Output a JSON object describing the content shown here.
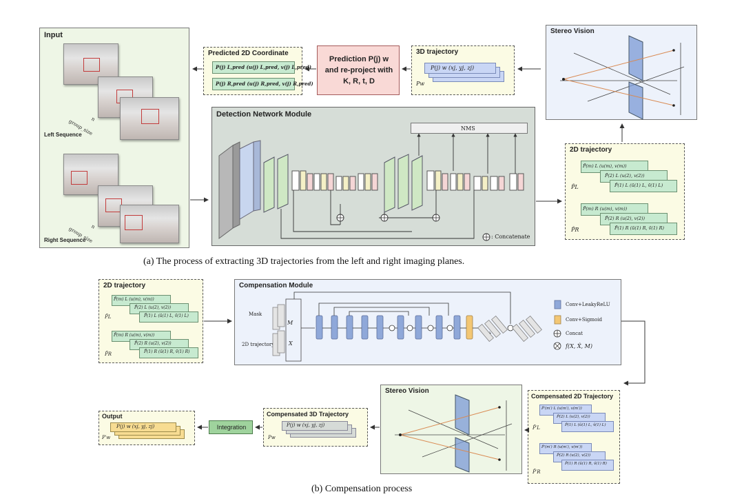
{
  "top": {
    "input": {
      "title": "Input",
      "left_sequence": "Left Sequence",
      "right_sequence": "Right Sequence",
      "group_size": "group_size",
      "n": "n"
    },
    "predicted_2d": {
      "title": "Predicted 2D Coordinate",
      "rows": [
        "P(j) L,pred (u(j) L,pred, v(j) L,pred)",
        "P(j) R,pred (u(j) R,pred, v(j) R,pred)"
      ]
    },
    "prediction": {
      "line1": "Prediction P(j) w",
      "line2": "and re-project with",
      "line3": "K, R, t, D"
    },
    "trajectory_3d": {
      "title": "3D trajectory",
      "label": "Pw",
      "card_text": "P(j) w (xj, yj, zj)"
    },
    "stereo_vision": {
      "title": "Stereo Vision"
    },
    "detection": {
      "title": "Detection Network Module",
      "nms": "NMS",
      "concat_legend": ": Concatenate"
    },
    "trajectory_2d": {
      "title": "2D trajectory",
      "label_left": "P̃L",
      "label_right": "P̃R",
      "left_rows": [
        "P̃(m) L (u(m), v(m))",
        "P̃(2) L (u(2), v(2))",
        "P̃(1) L (ũ(1) L, ṽ(1) L)"
      ],
      "right_rows": [
        "P̃(m) R (u(m), v(m))",
        "P̃(2) R (u(2), v(2))",
        "P̃(1) R (ũ(1) R, ṽ(1) R)"
      ]
    },
    "caption": "(a) The process of extracting 3D trajectories from the left and right imaging planes."
  },
  "bottom": {
    "trajectory_2d": {
      "title": "2D trajectory",
      "label_left": "P̃L",
      "label_right": "P̃R",
      "left_rows": [
        "P̃(m) L (u(m), v(m))",
        "P̃(2) L (u(2), v(2))",
        "P̃(1) L (ũ(1) L, ṽ(1) L)"
      ],
      "right_rows": [
        "P̃(m) R (u(m), v(m))",
        "P̃(2) R (u(2), v(2))",
        "P̃(1) R (ũ(1) R, ṽ(1) R)"
      ]
    },
    "compensation": {
      "title": "Compensation Module",
      "mask": "Mask",
      "traj_2d": "2D trajectory",
      "m_symbol": "M",
      "x_symbol": "X",
      "xhat_symbol": "X̂",
      "legend": {
        "conv_leaky": "Conv+LeakyReLU",
        "conv_sigmoid": "Conv+Sigmoid",
        "concat": "Concat",
        "f_func": "f(X, X̂, M)"
      }
    },
    "stereo_vision": {
      "title": "Stereo Vision"
    },
    "compensated_2d": {
      "title": "Compensated 2D Trajectory",
      "label_left": "P̃′L",
      "label_right": "P̃′R",
      "left_rows": [
        "P̃′(m′) L (u(m′), v(m′))",
        "P̂(2) L (u(2), v(2))",
        "P̂(1) L (û(1) L, v̂(1) L)"
      ],
      "right_rows": [
        "P̃′(m′) R (u(m′), v(m′))",
        "P̂(2) R (u(2), v(2))",
        "P̂(1) R (û(1) R, v̂(1) R)"
      ]
    },
    "compensated_3d": {
      "title": "Compensated 3D Trajectory",
      "label": "Pw",
      "card_text": "P(j) w (xj, yj, zj)"
    },
    "integration": "Integration",
    "output": {
      "title": "Output",
      "label": "P′w",
      "card_text": "P(j) w (xj, yj, zj)"
    },
    "caption": "(b) Compensation process"
  },
  "colors": {
    "green_panel": "#eef6e6",
    "yellow_panel": "#fbfbe4",
    "blue_panel": "#edf2fb",
    "detect_panel": "#d6ddd7",
    "pred_box": "#f9d9d6",
    "card_green": "#c7ead0",
    "card_blue": "#c9d6f5",
    "card_yellow": "#f7dc92",
    "integration": "#9fd39d",
    "arrow": "#333333"
  }
}
